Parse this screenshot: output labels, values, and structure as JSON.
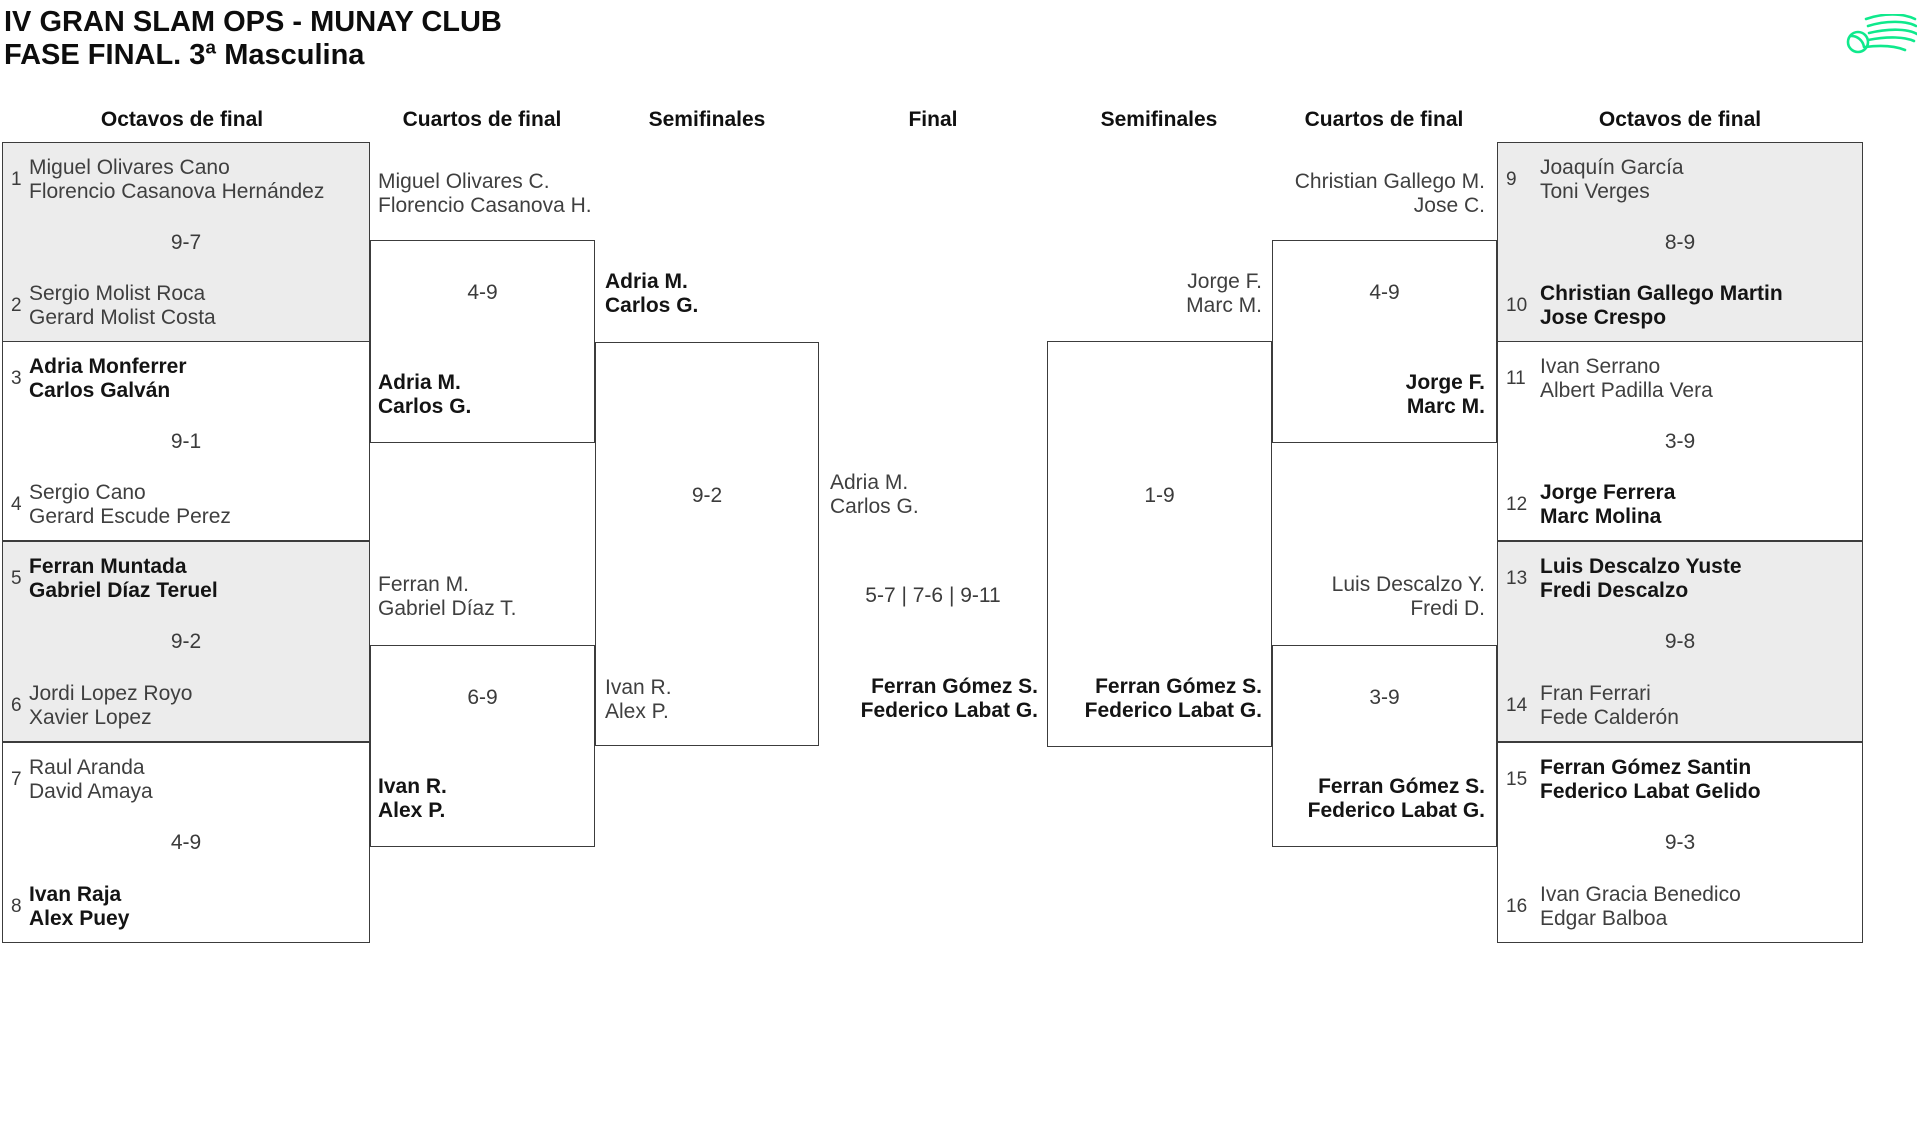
{
  "title": {
    "line1": "IV GRAN SLAM OPS - MUNAY CLUB",
    "line2": "FASE FINAL. 3ª Masculina"
  },
  "logo": {
    "icon": "flying-ball-swoosh"
  },
  "colors": {
    "accent_green": "#0FE98C",
    "shaded_box": "#ECECEC",
    "line": "#3C3C3C"
  },
  "headers": [
    "Octavos de final",
    "Cuartos de final",
    "Semifinales",
    "Final",
    "Semifinales",
    "Cuartos de final",
    "Octavos de final"
  ],
  "r16": [
    {
      "seed1": "1",
      "t1": [
        "Miguel Olivares Cano",
        "Florencio Casanova Hernández"
      ],
      "score": "9-7",
      "seed2": "2",
      "t2": [
        "Sergio Molist Roca",
        "Gerard Molist Costa"
      ]
    },
    {
      "seed1": "3",
      "t1": [
        "Adria Monferrer",
        "Carlos Galván"
      ],
      "score": "9-1",
      "seed2": "4",
      "t2": [
        "Sergio Cano",
        "Gerard Escude Perez"
      ]
    },
    {
      "seed1": "5",
      "t1": [
        "Ferran Muntada",
        "Gabriel Díaz Teruel"
      ],
      "score": "9-2",
      "seed2": "6",
      "t2": [
        "Jordi Lopez Royo",
        "Xavier Lopez"
      ]
    },
    {
      "seed1": "7",
      "t1": [
        "Raul Aranda",
        "David Amaya"
      ],
      "score": "4-9",
      "seed2": "8",
      "t2": [
        "Ivan Raja",
        "Alex Puey"
      ]
    },
    {
      "seed1": "9",
      "t1": [
        "Joaquín García",
        "Toni Verges"
      ],
      "score": "8-9",
      "seed2": "10",
      "t2": [
        "Christian Gallego Martin",
        "Jose Crespo"
      ]
    },
    {
      "seed1": "11",
      "t1": [
        "Ivan Serrano",
        "Albert Padilla Vera"
      ],
      "score": "3-9",
      "seed2": "12",
      "t2": [
        "Jorge Ferrera",
        "Marc Molina"
      ]
    },
    {
      "seed1": "13",
      "t1": [
        "Luis Descalzo Yuste",
        "Fredi Descalzo"
      ],
      "score": "9-8",
      "seed2": "14",
      "t2": [
        "Fran Ferrari",
        "Fede Calderón"
      ]
    },
    {
      "seed1": "15",
      "t1": [
        "Ferran Gómez Santin",
        "Federico Labat Gelido"
      ],
      "score": "9-3",
      "seed2": "16",
      "t2": [
        "Ivan Gracia Benedico",
        "Edgar Balboa"
      ]
    }
  ],
  "qf": [
    {
      "t1": [
        "Miguel Olivares C.",
        "Florencio Casanova H."
      ],
      "score": "4-9",
      "t2": [
        "Adria M.",
        "Carlos G."
      ]
    },
    {
      "t1": [
        "Ferran M.",
        "Gabriel Díaz T."
      ],
      "score": "6-9",
      "t2": [
        "Ivan R.",
        "Alex P."
      ]
    },
    {
      "t1": [
        "Christian Gallego M.",
        "Jose C."
      ],
      "score": "4-9",
      "t2": [
        "Jorge F.",
        "Marc M."
      ]
    },
    {
      "t1": [
        "Luis Descalzo Y.",
        "Fredi D."
      ],
      "score": "3-9",
      "t2": [
        "Ferran Gómez S.",
        "Federico Labat G."
      ]
    }
  ],
  "sf": [
    {
      "t1": [
        "Adria M.",
        "Carlos G."
      ],
      "score": "9-2",
      "t2": [
        "Ivan R.",
        "Alex P."
      ]
    },
    {
      "t1": [
        "Jorge F.",
        "Marc M."
      ],
      "score": "1-9",
      "t2": [
        "Ferran Gómez S.",
        "Federico Labat G."
      ]
    }
  ],
  "final": {
    "t1": [
      "Adria M.",
      "Carlos G."
    ],
    "score": "5-7 | 7-6 | 9-11",
    "t2": [
      "Ferran Gómez S.",
      "Federico Labat G."
    ]
  }
}
